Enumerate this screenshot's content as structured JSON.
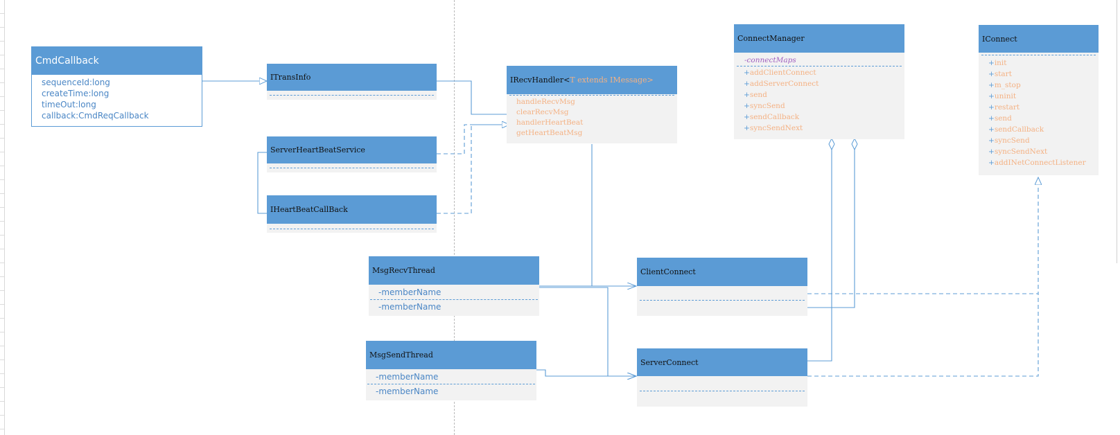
{
  "classes": {
    "cmd_callback": {
      "name": "CmdCallback",
      "fields": [
        "sequenceId:long",
        "createTime:long",
        "timeOut:long",
        "callback:CmdReqCallback"
      ]
    },
    "itrans_info": {
      "name": "ITransInfo"
    },
    "server_heartbeat_service": {
      "name": "ServerHeartBeatService"
    },
    "iheartbeat_callback": {
      "name": "IHeartBeatCallBack"
    },
    "irecv_handler": {
      "name": "IRecvHandler<",
      "type_param": "T extends IMessage>",
      "methods": [
        "handleRecvMsg",
        "clearRecvMsg",
        "handlerHeartBeat",
        "getHeartBeatMsg"
      ]
    },
    "connect_manager": {
      "name": "ConnectManager",
      "attribute": "-connectMaps",
      "methods": [
        {
          "vis": "+",
          "name": "addClientConnect"
        },
        {
          "vis": "+",
          "name": "addServerConnect"
        },
        {
          "vis": "+",
          "name": "send"
        },
        {
          "vis": "+",
          "name": "syncSend"
        },
        {
          "vis": "+",
          "name": "sendCallback"
        },
        {
          "vis": "+",
          "name": "syncSendNext"
        }
      ]
    },
    "iconnect": {
      "name": "IConnect",
      "methods": [
        {
          "vis": "+",
          "name": "init"
        },
        {
          "vis": "+",
          "name": "start"
        },
        {
          "vis": "+",
          "name": "m_stop"
        },
        {
          "vis": "+",
          "name": "uninit"
        },
        {
          "vis": "+",
          "name": "restart"
        },
        {
          "vis": "+",
          "name": "send"
        },
        {
          "vis": "+",
          "name": "sendCallback"
        },
        {
          "vis": "+",
          "name": "syncSend"
        },
        {
          "vis": "+",
          "name": "syncSendNext"
        },
        {
          "vis": "+",
          "name": "addINetConnectListener"
        }
      ]
    },
    "msg_recv_thread": {
      "name": "MsgRecvThread",
      "members": [
        "-memberName",
        "-memberName"
      ]
    },
    "msg_send_thread": {
      "name": "MsgSendThread",
      "members": [
        "-memberName",
        "-memberName"
      ]
    },
    "client_connect": {
      "name": "ClientConnect"
    },
    "server_connect": {
      "name": "ServerConnect"
    }
  },
  "colors": {
    "header": "#5b9bd5",
    "body": "#f2f2f2",
    "connector": "#5b9bd5",
    "method_text": "#f4b183",
    "visibility_text": "#5b9bd5",
    "attribute_text": "#a05fbf"
  }
}
